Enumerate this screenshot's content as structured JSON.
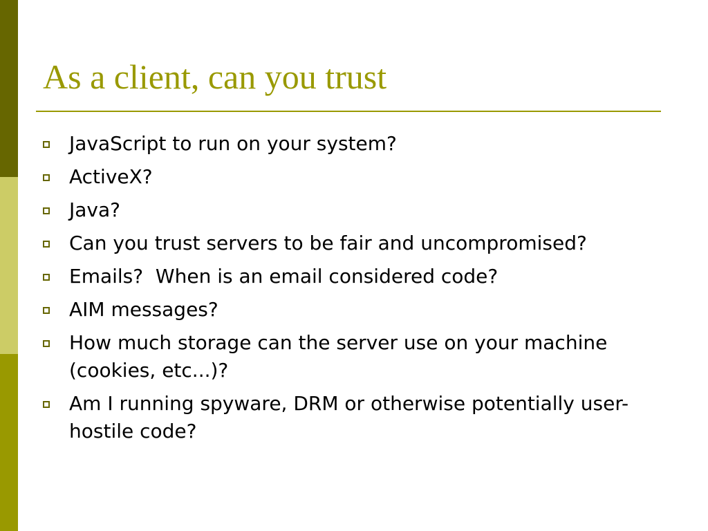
{
  "colors": {
    "sidebar_top": "#666600",
    "sidebar_mid": "#cccc66",
    "sidebar_bottom": "#999900",
    "title": "#999900",
    "rule": "#999900",
    "bullet_marker": "#666600",
    "text": "#000000"
  },
  "slide": {
    "title": "As a client, can you trust",
    "bullets": [
      {
        "text": "JavaScript to run on your system?",
        "icon": "hollow-square-bullet-icon"
      },
      {
        "text": "ActiveX?",
        "icon": "hollow-square-bullet-icon"
      },
      {
        "text": "Java?",
        "icon": "hollow-square-bullet-icon"
      },
      {
        "text": "Can you trust servers to be fair and uncompromised?",
        "icon": "hollow-square-bullet-icon"
      },
      {
        "text": "Emails?  When is an email considered code?",
        "icon": "hollow-square-bullet-icon"
      },
      {
        "text": "AIM messages?",
        "icon": "hollow-square-bullet-icon"
      },
      {
        "text": "How much storage can the server use on your machine (cookies, etc...)?",
        "icon": "hollow-square-bullet-icon"
      },
      {
        "text": "Am I running spyware, DRM or otherwise potentially user-hostile code?",
        "icon": "hollow-square-bullet-icon"
      }
    ]
  }
}
